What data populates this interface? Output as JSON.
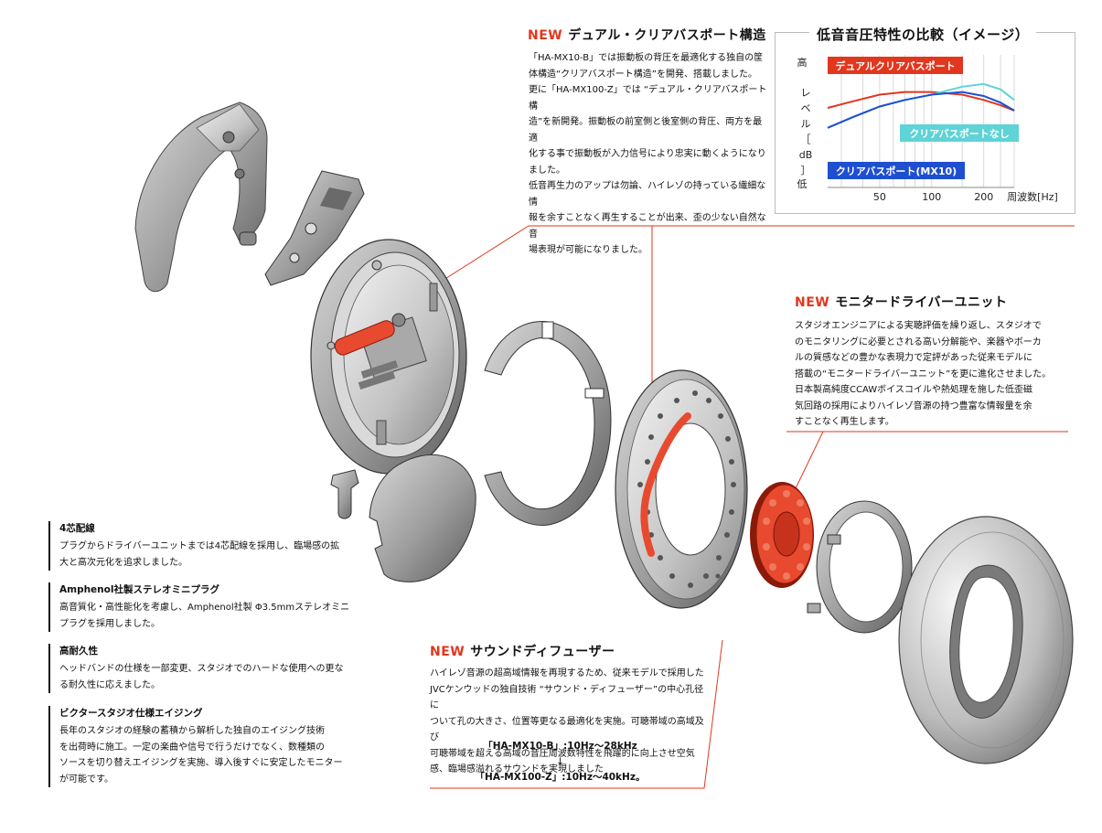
{
  "new_badge": "NEW",
  "dual_clear": {
    "title": "デュアル・クリアバスポート構造",
    "lines": [
      "「HA-MX10-B」では振動板の背圧を最適化する独自の筐",
      "体構造“クリアバスポート構造”を開発、搭載しました。",
      "更に「HA-MX100-Z」では “デュアル・クリアバスポート構",
      "造”を新開発。振動板の前室側と後室側の背圧、両方を最適",
      "化する事で振動板が入力信号により忠実に動くようになり",
      "ました。",
      "低音再生力のアップは勿論、ハイレゾの持っている繊細な情",
      "報を余すことなく再生することが出来、歪の少ない自然な音",
      "場表現が可能になりました。"
    ]
  },
  "monitor_driver": {
    "title": "モニタードライバーユニット",
    "lines": [
      "スタジオエンジニアによる実聴評価を繰り返し、スタジオで",
      "のモニタリングに必要とされる高い分解能や、楽器やボーカ",
      "ルの質感などの豊かな表現力で定評があった従来モデルに",
      "搭載の“モニタードライバーユニット”を更に進化させました。",
      "日本製高純度CCAWボイスコイルや熱処理を施した低歪磁",
      "気回路の採用によりハイレゾ音源の持つ豊富な情報量を余",
      "すことなく再生します。"
    ]
  },
  "sound_diffuser": {
    "title": "サウンドディフューザー",
    "lines": [
      "ハイレゾ音源の超高域情報を再現するため、従来モデルで採用した",
      "JVCケンウッドの独自技術 “サウンド・ディフューザー”の中心孔径に",
      "ついて孔の大きさ、位置等更なる最適化を実施。可聴帯域の高域及び",
      "可聴帯域を超える高域の音圧周波数特性を飛躍的に向上させ空気",
      "感、臨場感溢れるサウンドを実現しました"
    ],
    "spec_1": "「HA-MX10-B」:10Hz～28kHz",
    "arrow": "↓",
    "spec_2": "「HA-MX100-Z」:10Hz～40kHz。"
  },
  "features": [
    {
      "title": "4芯配線",
      "lines": [
        "プラグからドライバーユニットまでは4芯配線を採用し、臨場感の拡",
        "大と高次元化を追求しました。"
      ]
    },
    {
      "title": "Amphenol社製ステレオミニプラグ",
      "lines": [
        "高音質化・高性能化を考慮し、Amphenol社製 Φ3.5mmステレオミニ",
        "プラグを採用しました。"
      ]
    },
    {
      "title": "高耐久性",
      "lines": [
        "ヘッドバンドの仕様を一部変更、スタジオでのハードな使用への更な",
        "る耐久性に応えました。"
      ]
    },
    {
      "title": "ビクタースタジオ仕様エイジング",
      "lines": [
        "長年のスタジオの経験の蓄積から解析した独自のエイジング技術",
        "を出荷時に施工。一定の楽曲や信号で行うだけでなく、数種類の",
        "ソースを切り替えエイジングを実施、導入後すぐに安定したモニター",
        "が可能です。"
      ]
    }
  ],
  "chart_data": {
    "type": "line",
    "title": "低音音圧特性の比較（イメージ）",
    "ylabel": "レベル［dB］",
    "y_high": "高",
    "y_low": "低",
    "xlabel": "周波数[Hz]",
    "x_ticks": [
      "50",
      "100",
      "200"
    ],
    "log_x": true,
    "grid": true,
    "series": [
      {
        "name": "デュアルクリアバスポート",
        "color": "#e2361d",
        "x": [
          25,
          35,
          50,
          70,
          100,
          150,
          200,
          250,
          300
        ],
        "y": [
          0.6,
          0.65,
          0.7,
          0.72,
          0.72,
          0.7,
          0.66,
          0.62,
          0.58
        ]
      },
      {
        "name": "クリアバスポートなし",
        "color": "#5fd3d6",
        "x": [
          25,
          35,
          50,
          70,
          100,
          150,
          200,
          250,
          300
        ],
        "y": [
          0.45,
          0.53,
          0.61,
          0.66,
          0.7,
          0.76,
          0.78,
          0.74,
          0.66
        ]
      },
      {
        "name": "クリアバスポート(MX10)",
        "color": "#1e4fd0",
        "x": [
          25,
          35,
          50,
          70,
          100,
          150,
          200,
          250,
          300
        ],
        "y": [
          0.45,
          0.53,
          0.61,
          0.66,
          0.7,
          0.72,
          0.69,
          0.64,
          0.58
        ]
      }
    ]
  },
  "colors": {
    "accent": "#e2361d",
    "highlight": "#e84a2f",
    "part_gray": "#9a9a9a"
  }
}
